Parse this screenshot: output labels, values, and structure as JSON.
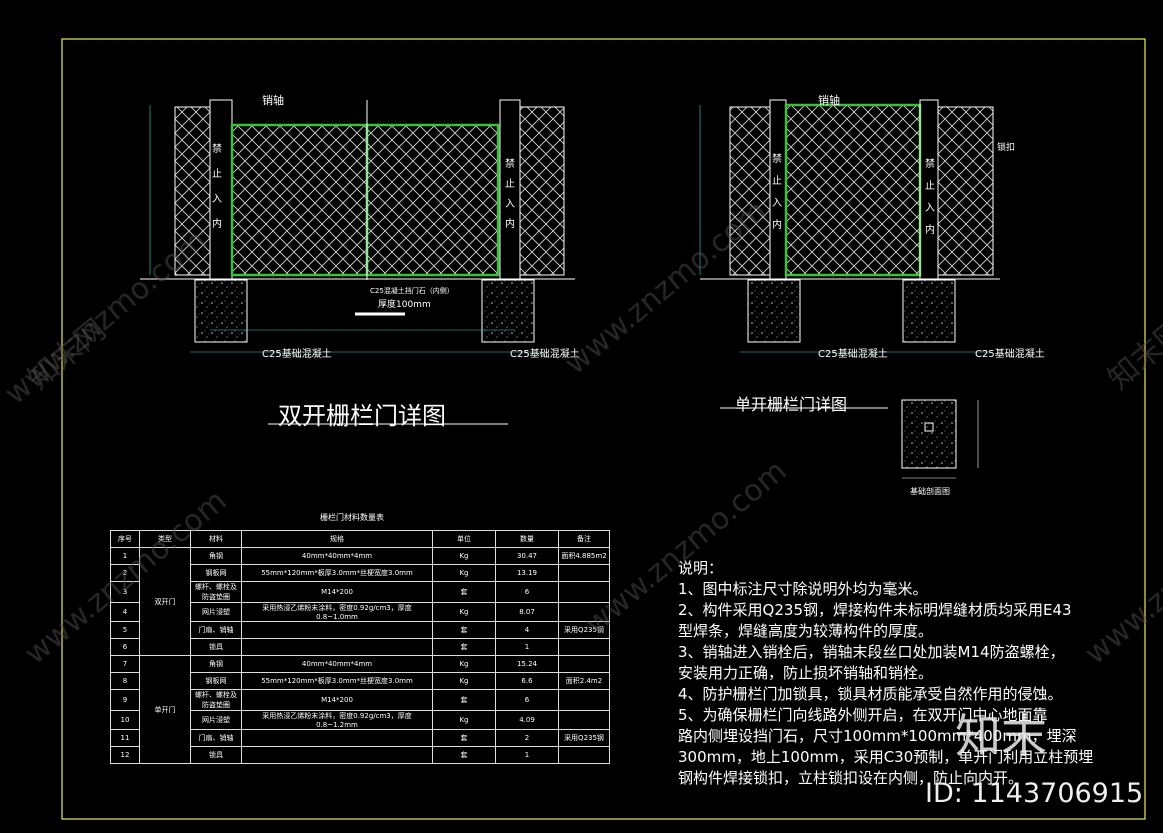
{
  "drawing": {
    "title_double": "双开栅栏门详图",
    "title_single": "单开栅栏门详图",
    "foundation_caption": "基础剖面图",
    "labels": {
      "pin_left": "销轴",
      "pin_right": "销轴",
      "concrete_left_a": "C25基础混凝土",
      "concrete_left_b": "C25基础混凝土",
      "concrete_right_a": "C25基础混凝土",
      "concrete_right_b": "C25基础混凝土",
      "door_stone": "C25混凝土挡门石（内侧）",
      "thickness": "厚度100mm",
      "lock": "锁扣",
      "sign_chars": [
        "禁",
        "止",
        "入",
        "内"
      ]
    }
  },
  "bom": {
    "title": "栅栏门材料数量表",
    "headers": [
      "序号",
      "类型",
      "材料",
      "规格",
      "单位",
      "数量",
      "备注"
    ],
    "group_double": "双开门",
    "group_single": "单开门",
    "rows": [
      [
        "1",
        "角钢",
        "40mm*40mm*4mm",
        "Kg",
        "30.47",
        "面积4.885m2"
      ],
      [
        "2",
        "钢板网",
        "55mm*120mm*板厚3.0mm*丝梗宽度3.0mm",
        "Kg",
        "13.19",
        ""
      ],
      [
        "3",
        "螺杆、螺栓及防盗垫圈",
        "M14*200",
        "套",
        "6",
        ""
      ],
      [
        "4",
        "网片浸塑",
        "采用热浸乙烯粉末涂料，密度0.92g/cm3，厚度0.8~1.0mm",
        "Kg",
        "8.07",
        ""
      ],
      [
        "5",
        "门扇、销轴",
        "",
        "套",
        "4",
        "采用Q235钢"
      ],
      [
        "6",
        "锁具",
        "",
        "套",
        "1",
        ""
      ],
      [
        "7",
        "角钢",
        "40mm*40mm*4mm",
        "Kg",
        "15.24",
        ""
      ],
      [
        "8",
        "钢板网",
        "55mm*120mm*板厚3.0mm*丝梗宽度3.0mm",
        "Kg",
        "6.6",
        "面积2.4m2"
      ],
      [
        "9",
        "螺杆、螺栓及防盗垫圈",
        "M14*200",
        "套",
        "6",
        ""
      ],
      [
        "10",
        "网片浸塑",
        "采用热浸乙烯粉末涂料，密度0.92g/cm3，厚度0.8~1.2mm",
        "Kg",
        "4.09",
        ""
      ],
      [
        "11",
        "门扇、销轴",
        "",
        "套",
        "2",
        "采用Q235钢"
      ],
      [
        "12",
        "锁具",
        "",
        "套",
        "1",
        ""
      ]
    ]
  },
  "notes": {
    "heading": "说明：",
    "lines": [
      "1、图中标注尺寸除说明外均为毫米。",
      "2、构件采用Q235钢，焊接构件未标明焊缝材质均采用E43",
      "型焊条，焊缝高度为较薄构件的厚度。",
      "3、销轴进入销栓后，销轴末段丝口处加装M14防盗螺栓，",
      "安装用力正确，防止损坏销轴和销栓。",
      "4、防护栅栏门加锁具，锁具材质能承受自然作用的侵蚀。",
      "5、为确保栅栏门向线路外侧开启，在双开门中心地面靠",
      "路内侧埋设挡门石，尺寸100mm*100mm*400mm，埋深",
      "300mm，地上100mm，采用C30预制，单开门利用立柱预埋",
      "钢构件焊接锁扣，立柱锁扣设在内侧，防止向内开。"
    ]
  },
  "watermark": {
    "text": "www.znzmo.com",
    "brand_cn": "知末网",
    "logo": "知末",
    "id": "ID: 1143706915"
  },
  "colors": {
    "background": "#000000",
    "frame": "#e8e85a",
    "line": "#ffffff",
    "gate_frame": "#3cc03c",
    "cyan": "#40d0d0"
  }
}
